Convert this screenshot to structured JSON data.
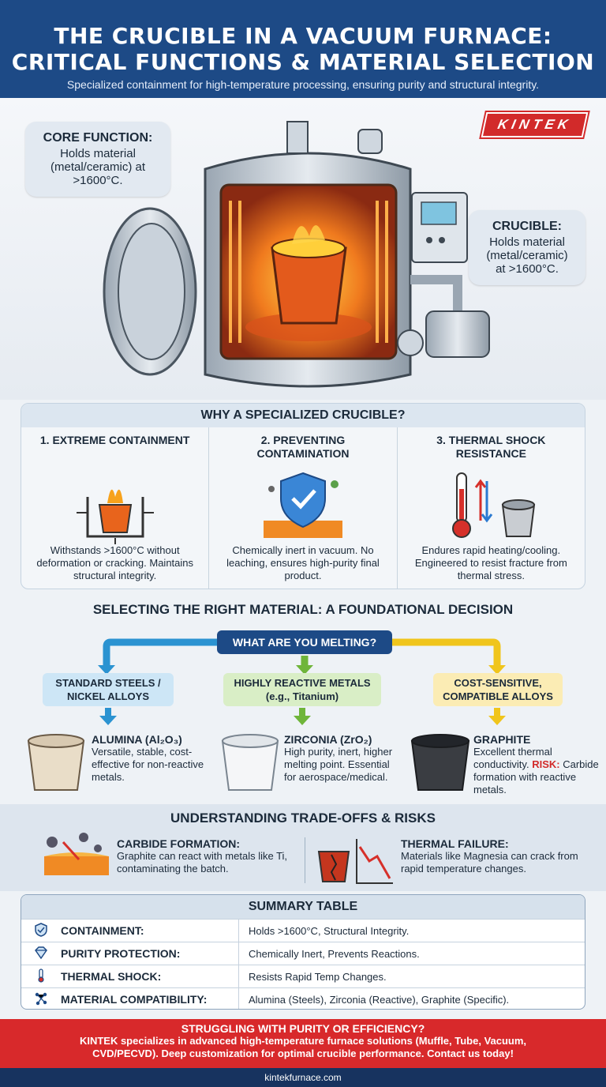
{
  "header": {
    "title_line1": "THE CRUCIBLE IN A VACUUM FURNACE:",
    "title_line2": "CRITICAL FUNCTIONS & MATERIAL SELECTION",
    "subtitle": "Specialized containment for high-temperature processing, ensuring purity and structural integrity."
  },
  "hero": {
    "brand": "KINTEK",
    "left_callout": {
      "title": "CORE FUNCTION:",
      "text": "Holds material (metal/ceramic) at >1600°C."
    },
    "right_callout": {
      "title": "CRUCIBLE:",
      "text": "Holds material (metal/ceramic) at >1600°C."
    }
  },
  "why": {
    "title": "WHY A SPECIALIZED CRUCIBLE?",
    "items": [
      {
        "title": "1. EXTREME CONTAINMENT",
        "text": "Withstands >1600°C without deformation or cracking. Maintains structural integrity."
      },
      {
        "title": "2. PREVENTING CONTAMINATION",
        "text": "Chemically inert in vacuum. No leaching, ensures high-purity final product."
      },
      {
        "title": "3. THERMAL SHOCK RESISTANCE",
        "text": "Endures rapid heating/cooling. Engineered to resist fracture from thermal stress."
      }
    ]
  },
  "selection": {
    "title": "SELECTING THE RIGHT MATERIAL: A FOUNDATIONAL DECISION",
    "question": "WHAT ARE YOU MELTING?",
    "categories": [
      "STANDARD STEELS / NICKEL ALLOYS",
      "HIGHLY REACTIVE METALS (e.g., Titanium)",
      "COST-SENSITIVE, COMPATIBLE ALLOYS"
    ],
    "materials": [
      {
        "name": "ALUMINA (Al₂O₃)",
        "text": "Versatile, stable, cost-effective for non-reactive metals."
      },
      {
        "name": "ZIRCONIA (ZrO₂)",
        "text": "High purity, inert, higher melting point. Essential for aerospace/medical."
      },
      {
        "name": "GRAPHITE",
        "text": "Excellent thermal conductivity.",
        "risk_label": "RISK:",
        "risk_text": "Carbide formation with reactive metals."
      }
    ],
    "colors": {
      "left": "#2b93d1",
      "middle": "#6fb53a",
      "right": "#f0c51c"
    }
  },
  "tradeoffs": {
    "title": "UNDERSTANDING TRADE-OFFS & RISKS",
    "items": [
      {
        "title": "CARBIDE FORMATION:",
        "text": "Graphite can react with metals like Ti, contaminating the batch."
      },
      {
        "title": "THERMAL FAILURE:",
        "text": "Materials like Magnesia can crack from rapid temperature changes."
      }
    ]
  },
  "summary": {
    "title": "SUMMARY TABLE",
    "rows": [
      {
        "icon": "shield-icon",
        "label": "CONTAINMENT:",
        "value": "Holds >1600°C, Structural Integrity."
      },
      {
        "icon": "diamond-icon",
        "label": "PURITY PROTECTION:",
        "value": "Chemically Inert, Prevents Reactions."
      },
      {
        "icon": "thermometer-icon",
        "label": "THERMAL SHOCK:",
        "value": "Resists Rapid Temp Changes."
      },
      {
        "icon": "molecule-icon",
        "label": "MATERIAL COMPATIBILITY:",
        "value": "Alumina (Steels), Zirconia (Reactive), Graphite (Specific)."
      }
    ]
  },
  "cta": {
    "title": "STRUGGLING WITH PURITY OR EFFICIENCY?",
    "line1": "KINTEK specializes in advanced high-temperature furnace solutions (Muffle, Tube, Vacuum,",
    "line2": "CVD/PECVD). Deep customization for optimal crucible performance. Contact us today!"
  },
  "footer": {
    "url": "kintekfurnace.com"
  },
  "colors": {
    "header_bg": "#1d4a86",
    "cta_bg": "#d8292b",
    "footer_bg": "#17335f",
    "accent_red": "#d22a2a"
  }
}
